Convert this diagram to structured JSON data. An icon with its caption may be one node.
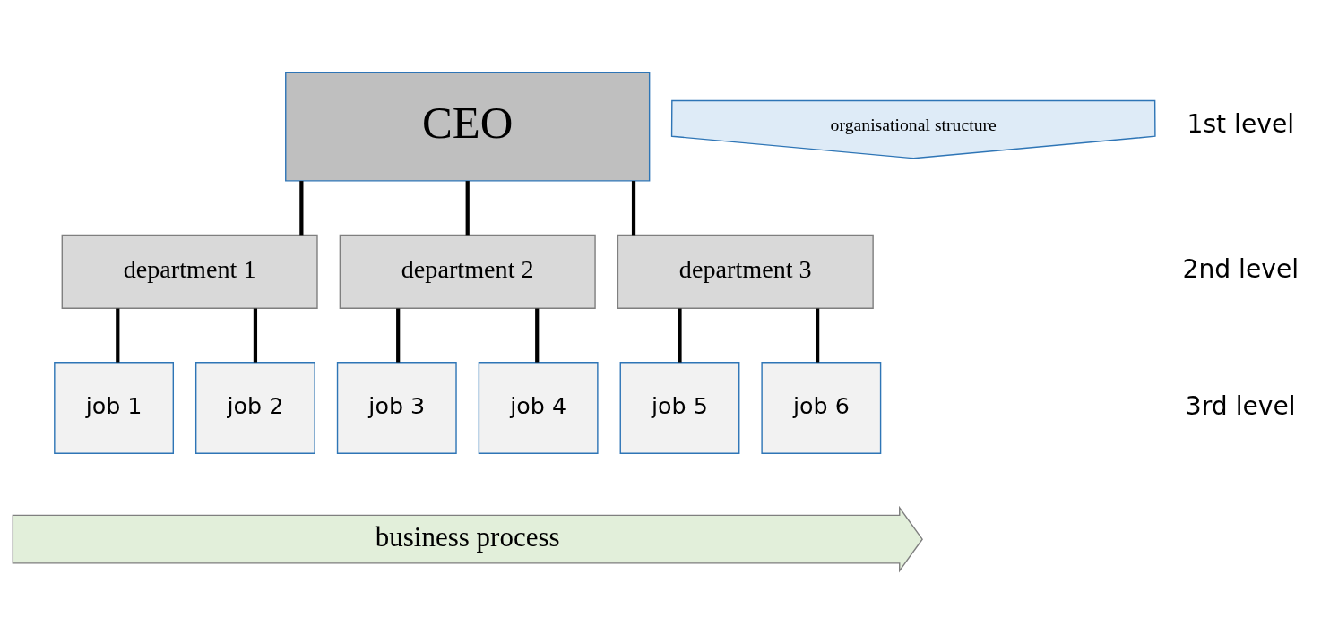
{
  "diagram": {
    "nodes": [
      {
        "text": [
          "CEO"
        ]
      },
      {
        "text": [
          "department 1"
        ]
      },
      {
        "text": [
          "department 2"
        ]
      },
      {
        "text": [
          "department 3"
        ]
      },
      {
        "text": [
          "job 1"
        ]
      },
      {
        "text": [
          "job 2"
        ]
      },
      {
        "text": [
          "job 3"
        ]
      },
      {
        "text": [
          "job 4"
        ]
      },
      {
        "text": [
          "job 5"
        ]
      },
      {
        "text": [
          "job 6"
        ]
      },
      {
        "text": [
          "organisational structure"
        ]
      },
      {
        "text": [
          "business process"
        ]
      }
    ],
    "edges": [
      {
        "from": 0,
        "to": 1,
        "arrow": "none"
      },
      {
        "from": 0,
        "to": 2,
        "arrow": "none"
      },
      {
        "from": 0,
        "to": 3,
        "arrow": "none"
      },
      {
        "from": 1,
        "to": 4,
        "arrow": "none"
      },
      {
        "from": 1,
        "to": 5,
        "arrow": "none"
      },
      {
        "from": 2,
        "to": 6,
        "arrow": "none"
      },
      {
        "from": 2,
        "to": 7,
        "arrow": "none"
      },
      {
        "from": 3,
        "to": 8,
        "arrow": "none"
      },
      {
        "from": 3,
        "to": 9,
        "arrow": "none"
      }
    ],
    "labels": [
      "1st level",
      "2nd level",
      "3rd level"
    ]
  }
}
